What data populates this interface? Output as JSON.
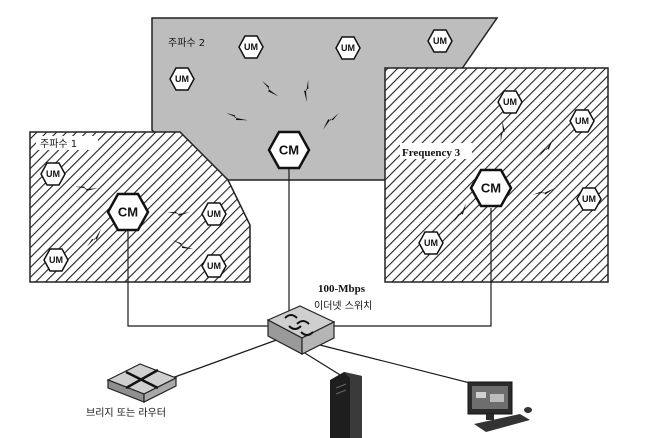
{
  "zones": {
    "zone1_label": "주파수 1",
    "zone2_label": "주파수 2",
    "zone3_label": "Frequency 3"
  },
  "nodes": {
    "cm_label": "CM",
    "um_label": "UM"
  },
  "switch": {
    "speed_label": "100-Mbps",
    "name_label": "이더넷 스위치"
  },
  "devices": {
    "router_label": "브리지 또는 라우터"
  },
  "colors": {
    "zone2_fill": "#bdbdbd",
    "hatch_stroke": "#222222",
    "line": "#1a1a1a"
  }
}
